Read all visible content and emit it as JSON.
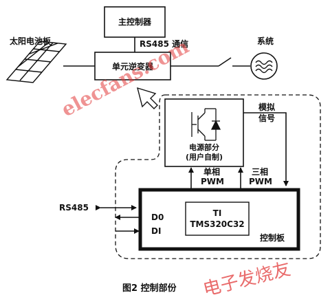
{
  "diagram": {
    "main_controller": "主控制器",
    "rs485_comm": "RS485 通信",
    "solar_panel": "太阳电池板",
    "unit_inverter": "单元逆变器",
    "system": "系统",
    "power_section_line1": "电源部分",
    "power_section_line2": "(用户自制)",
    "analog_signal_line1": "模拟",
    "analog_signal_line2": "信号",
    "single_phase_line1": "单相",
    "single_phase_line2": "PWM",
    "three_phase_line1": "三相",
    "three_phase_line2": "PWM",
    "rs485": "RS485",
    "d0": "D0",
    "di": "DI",
    "dsp_line1": "TI",
    "dsp_line2": "TMS320C32",
    "control_board": "控制板",
    "caption": "图2  控制部份"
  },
  "watermark": {
    "site": "elecfans.com",
    "cn": "电子发烧友"
  },
  "colors": {
    "line": "#111111",
    "watermark": "#e23a3a"
  }
}
